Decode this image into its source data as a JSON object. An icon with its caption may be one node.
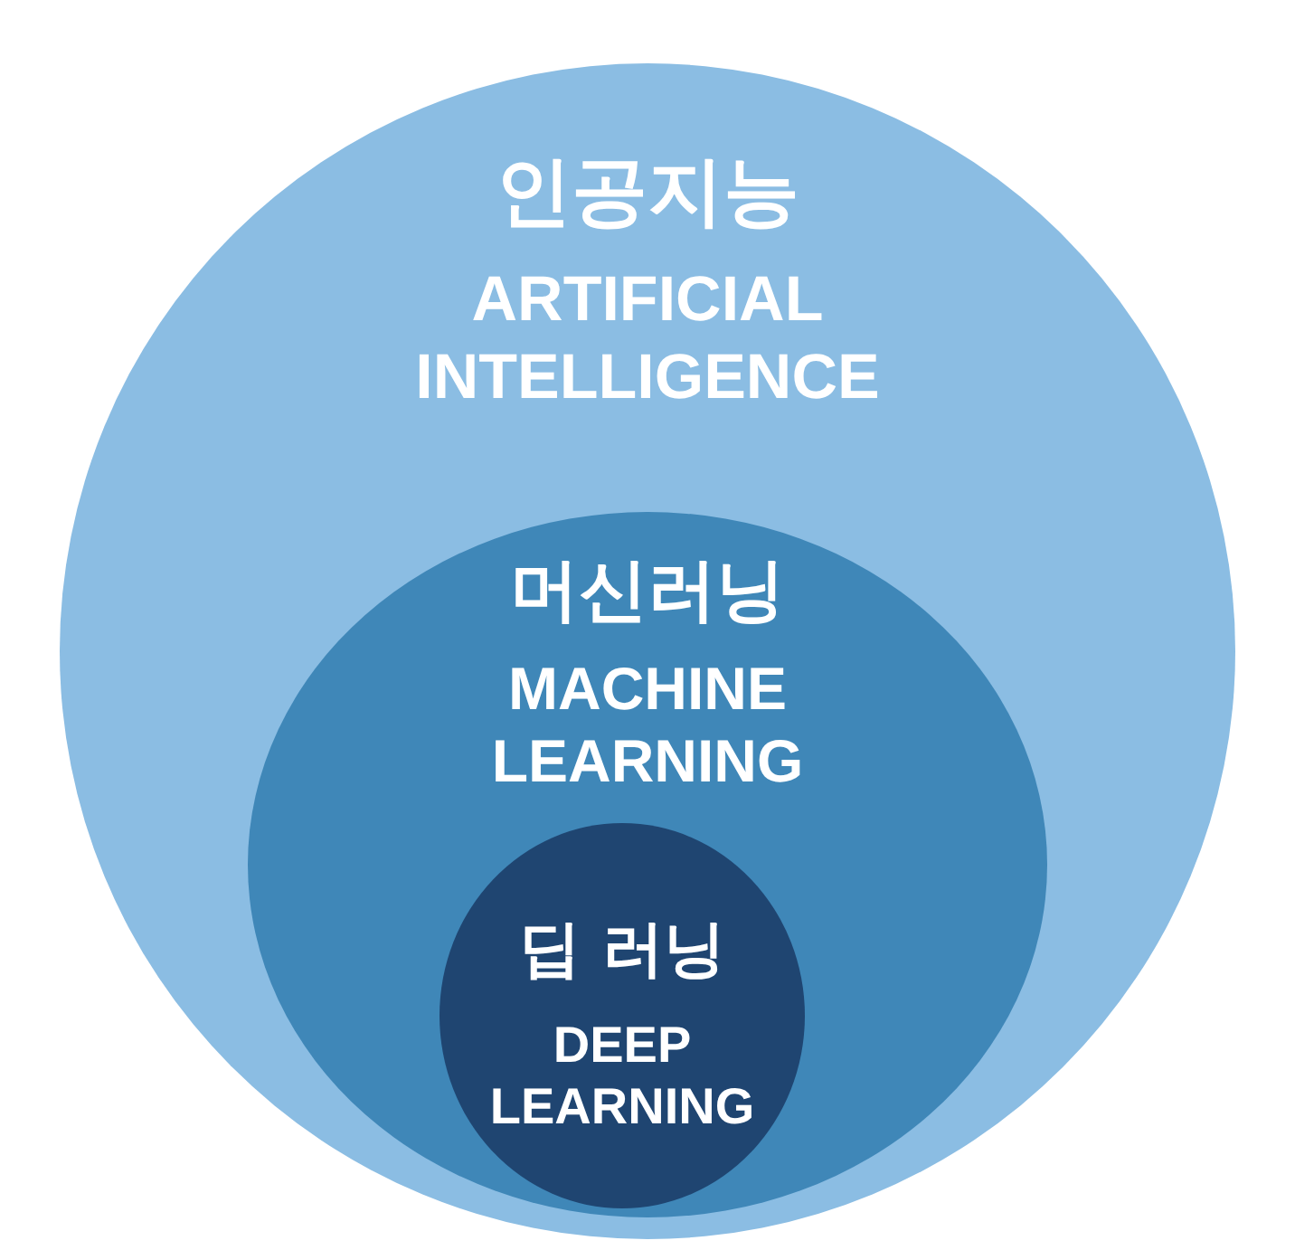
{
  "diagram": {
    "nodes": [
      {
        "text": [
          "인공지능",
          "ARTIFICIAL INTELLIGENCE"
        ]
      },
      {
        "text": [
          "머신러닝",
          "MACHINE LEARNING"
        ],
        "in": 0
      },
      {
        "text": [
          "딥 러닝",
          "DEEP LEARNING"
        ],
        "in": 1
      }
    ]
  }
}
